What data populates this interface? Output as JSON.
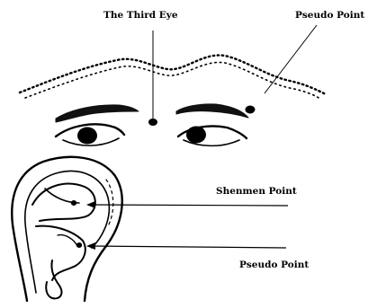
{
  "labels": {
    "third_eye": "The Third Eye",
    "pseudo_point_face": "Pseudo Point",
    "shenmen_point": "Shenmen Point",
    "pseudo_point_ear": "Pseudo Point"
  },
  "colors": {
    "ink": "#000000",
    "background": "#ffffff"
  }
}
